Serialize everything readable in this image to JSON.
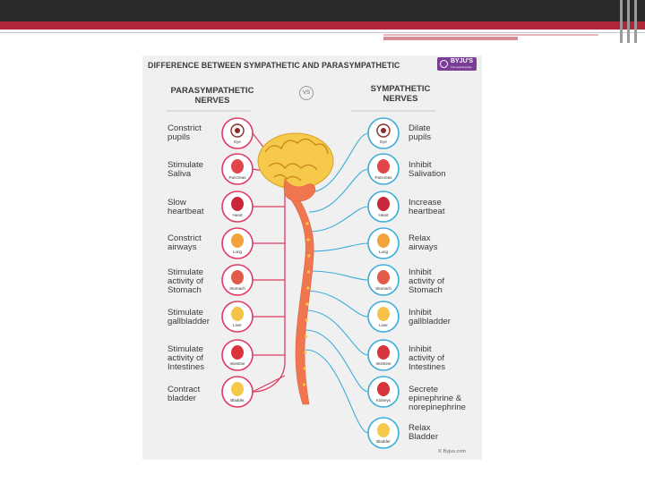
{
  "title": "DIFFERENCE BETWEEN SYMPATHETIC AND PARASYMPATHETIC",
  "logo": {
    "brand": "BYJU'S",
    "tagline": "The Learning App"
  },
  "vs": "VS",
  "left_header": "PARASYMPATHETIC\nNERVES",
  "right_header": "SYMPATHETIC\nNERVES",
  "left_labels": [
    "Constrict\npupils",
    "Stimulate\nSaliva",
    "Slow\nheartbeat",
    "Constrict\nairways",
    "Stimulate\nactivity of\nStomach",
    "Stimulate\ngallbladder",
    "Stimulate\nactivity of\nIntestines",
    "Contract\nbladder"
  ],
  "left_icons": [
    "Eye",
    "Pancreas",
    "Heart",
    "Lung",
    "Stomach",
    "Liver",
    "Intestine",
    "Bladder"
  ],
  "right_labels": [
    "Dilate\npupils",
    "Inhibit\nSalivation",
    "Increase\nheartbeat",
    "Relax\nairways",
    "Inhibit\nactivity of\nStomach",
    "Inhibit\ngallbladder",
    "Inhibit\nactivity of\nIntestines",
    "Secrete\nepinephrine &\nnorepinephrine",
    "Relax\nBladder"
  ],
  "right_icons": [
    "Eye",
    "Pancreas",
    "Heart",
    "Lung",
    "Stomach",
    "Liver",
    "Intestine",
    "Kidneys",
    "Bladder"
  ],
  "footer": "© Byjus.com",
  "colors": {
    "parasympathetic": "#e03a63",
    "sympathetic": "#3aaed8",
    "spine": "#f0764f",
    "brain": "#f7c94a",
    "title_bar": "#b0263a"
  }
}
